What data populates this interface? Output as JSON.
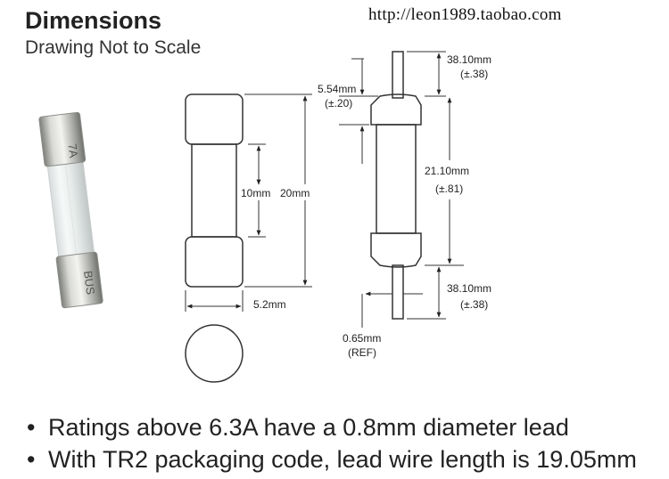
{
  "header": {
    "title": "Dimensions",
    "subtitle": "Drawing Not to Scale"
  },
  "watermark": "http://leon1989.taobao.com",
  "photo": {
    "marking_top": "7A",
    "marking_bottom": "BUS"
  },
  "front_view": {
    "label_inner": "10mm",
    "label_overall": "20mm",
    "label_diameter": "5.2mm"
  },
  "side_view": {
    "lead_top_length": "38.10mm",
    "lead_top_tolerance": "(±.38)",
    "cap_length": "5.54mm",
    "cap_tolerance": "(±.20)",
    "body_length": "21.10mm",
    "body_tolerance": "(±.81)",
    "lead_bottom_length": "38.10mm",
    "lead_bottom_tolerance": "(±.38)",
    "lead_diameter": "0.65mm",
    "lead_diameter_note": "(REF)"
  },
  "notes": [
    "Ratings above 6.3A have a 0.8mm diameter lead",
    "With TR2 packaging code, lead wire length is 19.05mm"
  ]
}
